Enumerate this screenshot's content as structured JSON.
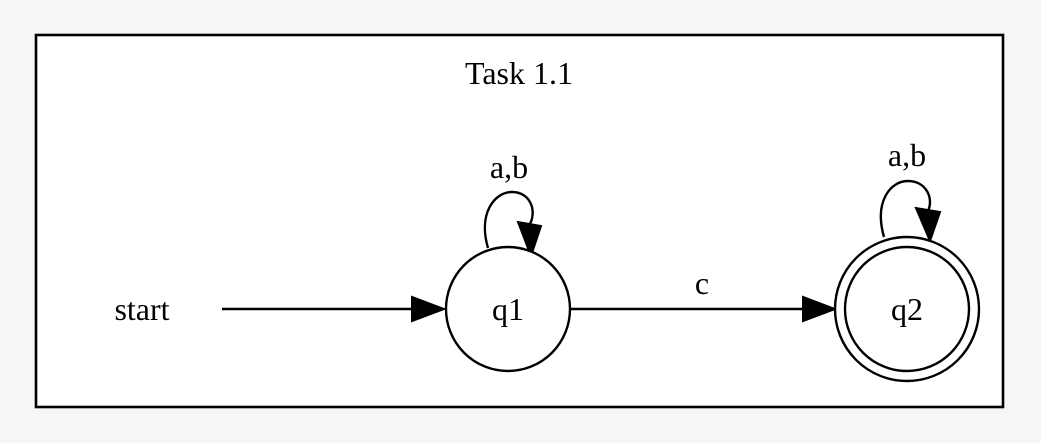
{
  "diagram": {
    "title": "Task 1.1",
    "start_label": "start",
    "states": [
      {
        "id": "q1",
        "label": "q1",
        "accepting": false
      },
      {
        "id": "q2",
        "label": "q2",
        "accepting": true
      }
    ],
    "transitions": [
      {
        "from": "start",
        "to": "q1",
        "label": ""
      },
      {
        "from": "q1",
        "to": "q1",
        "label": "a,b"
      },
      {
        "from": "q1",
        "to": "q2",
        "label": "c"
      },
      {
        "from": "q2",
        "to": "q2",
        "label": "a,b"
      }
    ]
  }
}
